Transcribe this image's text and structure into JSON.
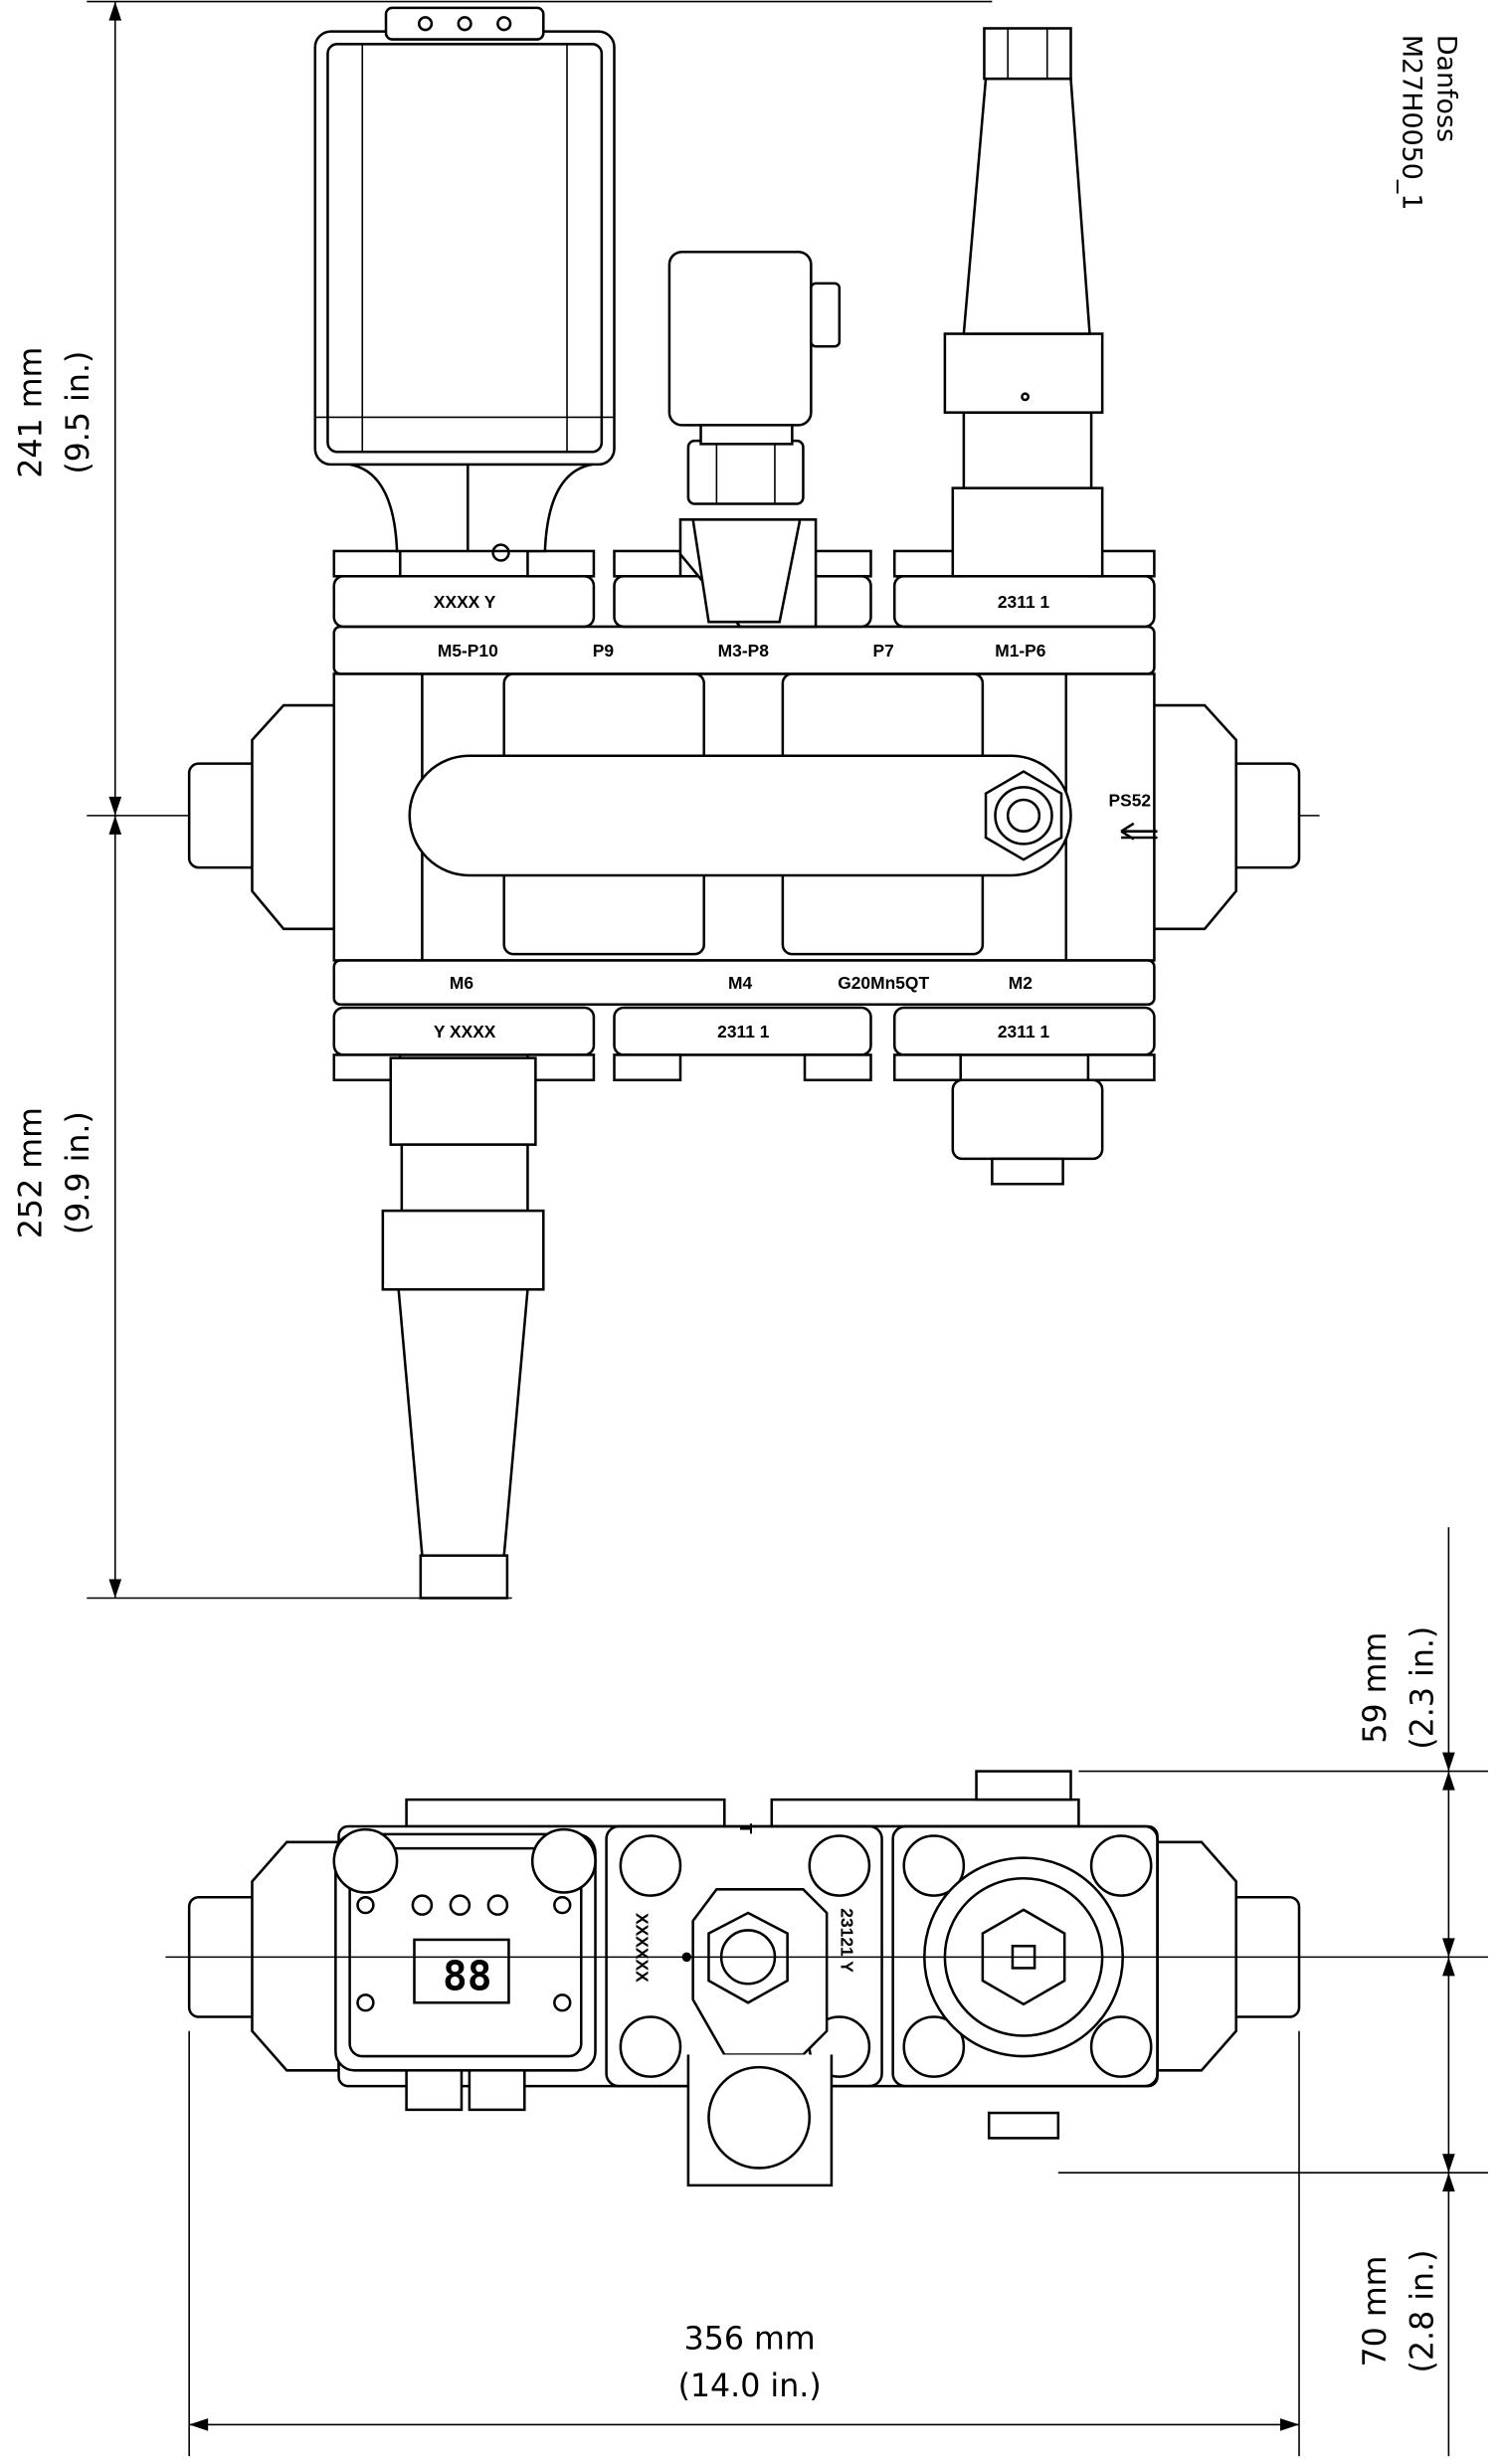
{
  "watermark": {
    "brand": "Danfoss",
    "code": "M27H0050_1"
  },
  "dimensions": {
    "top_height": {
      "mm": "241 mm",
      "in": "(9.5 in.)"
    },
    "bottom_height": {
      "mm": "252 mm",
      "in": "(9.9 in.)"
    },
    "top_offset": {
      "mm": "59 mm",
      "in": "(2.3 in.)"
    },
    "bottom_offset": {
      "mm": "70 mm",
      "in": "(2.8 in.)"
    },
    "width": {
      "mm": "356 mm",
      "in": "(14.0 in.)"
    }
  },
  "front_view": {
    "top_flanges": [
      "XXXX  Y",
      "2311  1"
    ],
    "top_ports": [
      "M5-P10",
      "P9",
      "M3-P8",
      "P7",
      "M1-P6"
    ],
    "gauge_port": "PS52",
    "bottom_ports": [
      "M6",
      "M4",
      "G20Mn5QT",
      "M2"
    ],
    "bottom_flanges": [
      "Y  XXXX",
      "2311  1",
      "2311  1"
    ]
  },
  "top_view": {
    "marking_t": "T",
    "marking_serial": "XXXXXX",
    "marking_code": "23121  Y",
    "display": "88"
  }
}
